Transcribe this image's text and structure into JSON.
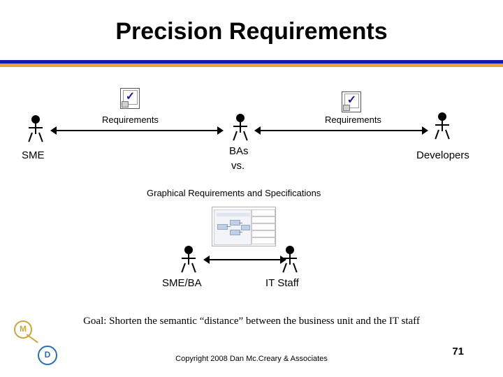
{
  "slide": {
    "title": "Precision Requirements",
    "accent_blue": "#1a1aa8",
    "accent_gold": "#e8a33d",
    "page_number": "71",
    "copyright": "Copyright 2008 Dan Mc.Creary & Associates",
    "goal_text": "Goal: Shorten the semantic “distance” between the business unit and the IT staff"
  },
  "top_row": {
    "actor_left": "SME",
    "actor_middle_line1": "BAs",
    "actor_middle_line2": "vs.",
    "actor_right": "Developers",
    "arrow_left_label": "Requirements",
    "arrow_right_label": "Requirements",
    "doc_icon_left": "checklist-document-icon",
    "doc_icon_right": "checklist-document-icon"
  },
  "bottom_row": {
    "caption": "Graphical Requirements and Specifications",
    "actor_left": "SME/BA",
    "actor_right": "IT Staff",
    "thumbnail_name": "graphical-requirements-screenshot"
  },
  "badges": {
    "m_label": "M",
    "d_label": "D"
  }
}
